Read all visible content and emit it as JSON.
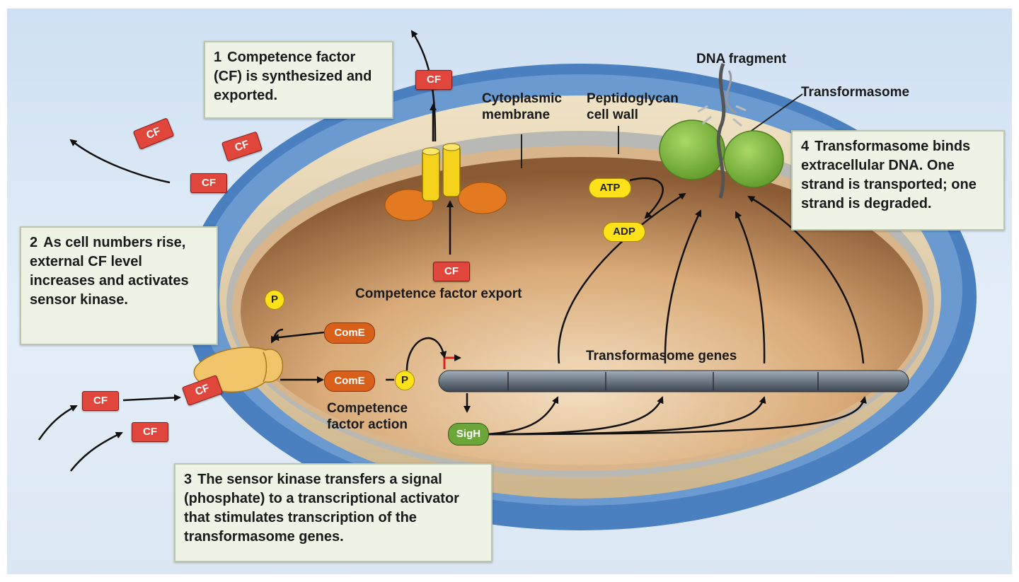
{
  "steps": {
    "s1": {
      "num": "1",
      "text": "Competence factor (CF) is synthesized and exported."
    },
    "s2": {
      "num": "2",
      "text": "As cell numbers rise, external CF level increases and activates sensor kinase."
    },
    "s3": {
      "num": "3",
      "text": "The sensor kinase transfers a signal (phosphate) to a transcriptional activator that stimulates transcription of the transformasome genes."
    },
    "s4": {
      "num": "4",
      "text": "Transformasome binds extracellular DNA. One strand is transported; one strand is degraded."
    }
  },
  "labels": {
    "dna_fragment": "DNA fragment",
    "transformasome": "Transformasome",
    "cytoplasmic_membrane": "Cytoplasmic membrane",
    "peptidoglycan": "Peptidoglycan cell wall",
    "cf_export": "Competence factor export",
    "cf_action": "Competence factor action",
    "transformasome_genes": "Transformasome genes"
  },
  "molecules": {
    "cf": "CF",
    "atp": "ATP",
    "adp": "ADP",
    "come": "ComE",
    "phosphate": "P",
    "sigh": "SigH"
  },
  "colors": {
    "cf_red": "#e0463c",
    "atp_yellow": "#fde21a",
    "come_orange": "#d8601b",
    "sigh_green": "#6ca63b",
    "transformasome_green": "#7fba3a",
    "cell_outer_blue": "#4a7fc0",
    "cytoplasm_brown": "#b07a48"
  }
}
